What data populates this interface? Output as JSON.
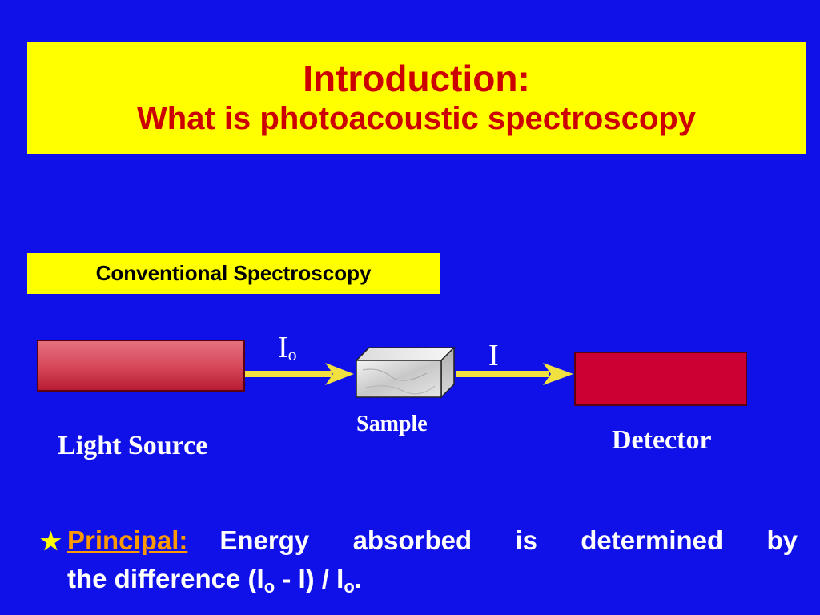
{
  "title": {
    "line1": "Introduction:",
    "line2": "What is photoacoustic spectroscopy"
  },
  "section_label": "Conventional Spectroscopy",
  "diagram": {
    "io_main": "I",
    "io_sub": "o",
    "i_label": "I",
    "sample_label": "Sample",
    "light_source_label": "Light Source",
    "detector_label": "Detector"
  },
  "bullet": {
    "icon": "star-icon",
    "heading": "Principal:",
    "line1": "Energy absorbed is determined by",
    "line2_a": "the difference (I",
    "line2_sub1": "o",
    "line2_b": " - I) / I",
    "line2_sub2": "o",
    "line2_c": "."
  },
  "colors": {
    "background": "#1010e8",
    "title_box": "#ffff00",
    "title_text": "#cc0000",
    "arrow": "#f0e040",
    "principal": "#ff9900",
    "detector": "#cc0033"
  }
}
